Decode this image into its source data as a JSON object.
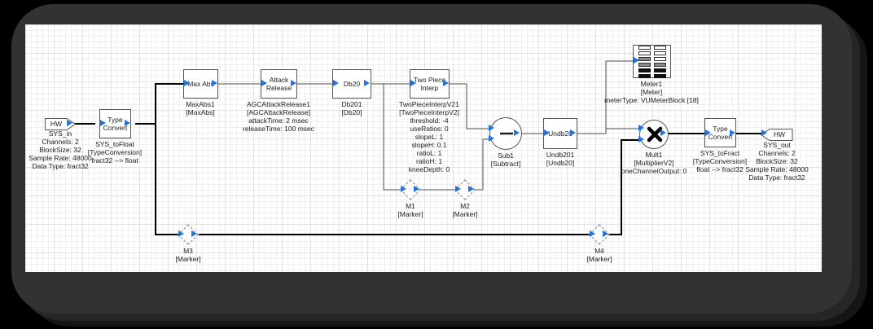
{
  "colors": {
    "pin_blue": "#2173dd",
    "wire_thick": "#000000",
    "wire_thin": "#4f4f4f",
    "block_border": "#555555",
    "frame": "#323232",
    "canvas": "#ffffff"
  },
  "blocks": {
    "sys_in": {
      "tag": "HW",
      "name": "SYS_in",
      "params": [
        "Channels: 2",
        "BlockSize: 32",
        "Sample Rate: 48000",
        "Data Type: fract32"
      ]
    },
    "sys_to_float": {
      "title": "Type Convert",
      "name": "SYS_toFloat",
      "class_name": "[TypeConversion]",
      "params": [
        "fract32 --> float"
      ]
    },
    "max_abs": {
      "title": "Max Abs",
      "name": "MaxAbs1",
      "class_name": "[MaxAbs]",
      "params": []
    },
    "attack_release": {
      "title": "Attack Release",
      "name": "AGCAttackRelease1",
      "class_name": "[AGCAttackRelease]",
      "params": [
        "attackTime: 2 msec",
        "releaseTime: 100 msec"
      ]
    },
    "db20": {
      "title": "Db20",
      "name": "Db201",
      "class_name": "[Db20]",
      "params": []
    },
    "two_piece": {
      "title": "Two Piece Interp",
      "name": "TwoPieceInterpV21",
      "class_name": "[TwoPieceInterpV2]",
      "params": [
        "threshold: -4",
        "useRatios: 0",
        "slopeL: 1",
        "slopeH: 0.1",
        "ratioL: 1",
        "ratioH: 1",
        "kneeDepth: 0"
      ]
    },
    "sub1": {
      "name": "Sub1",
      "class_name": "[Subtract]",
      "params": []
    },
    "undb20": {
      "title": "Undb20",
      "name": "Undb201",
      "class_name": "[Undb20]",
      "params": []
    },
    "meter1": {
      "name": "Meter1",
      "class_name": "[Meter]",
      "params": [
        "meterType: VUMeterBlock [18]"
      ]
    },
    "mult1": {
      "name": "Mult1",
      "class_name": "[MultiplierV2]",
      "params": [
        "oneChannelOutput: 0"
      ]
    },
    "sys_to_fract": {
      "title": "Type Convert",
      "name": "SYS_toFract",
      "class_name": "[TypeConversion]",
      "params": [
        "float --> fract32"
      ]
    },
    "sys_out": {
      "tag": "HW",
      "name": "SYS_out",
      "params": [
        "Channels: 2",
        "BlockSize: 32",
        "Sample Rate: 48000",
        "Data Type: fract32"
      ]
    },
    "m1": {
      "name": "M1",
      "class_name": "[Marker]"
    },
    "m2": {
      "name": "M2",
      "class_name": "[Marker]"
    },
    "m3": {
      "name": "M3",
      "class_name": "[Marker]"
    },
    "m4": {
      "name": "M4",
      "class_name": "[Marker]"
    }
  }
}
